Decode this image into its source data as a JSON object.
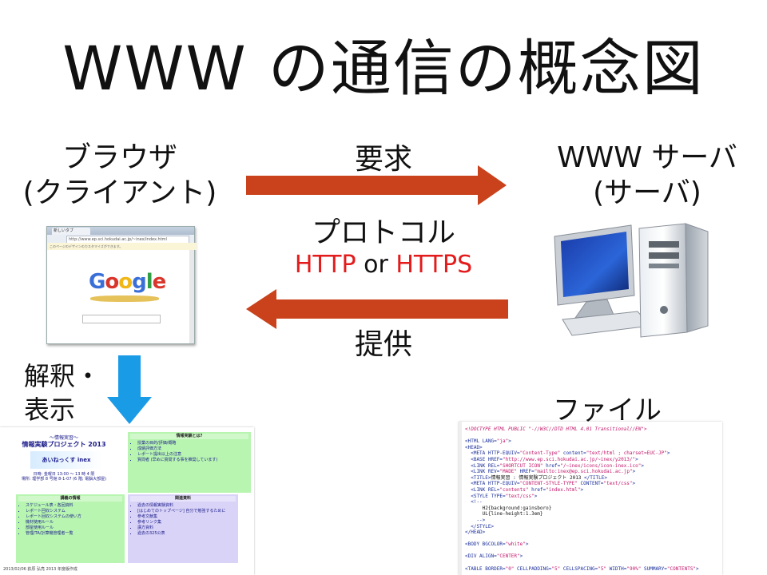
{
  "title": "WWW の通信の概念図",
  "browser_label": {
    "line1": "ブラウザ",
    "line2": "(クライアント)"
  },
  "server_label": {
    "line1": "WWW サーバ",
    "line2": "(サーバ)"
  },
  "request_label": "要求",
  "protocol_label": "プロトコル",
  "protocol_line": {
    "part1": "HTTP",
    "part2": " or ",
    "part3": "HTTPS"
  },
  "provide_label": "提供",
  "interpret_label": {
    "line1": "解釈・",
    "line2": "表示"
  },
  "file_label": "ファイル",
  "colors": {
    "arrow": "#c9421c",
    "down_arrow": "#1a9be6",
    "accent_red": "#e31b1b"
  },
  "browser_window": {
    "tab": "新しいタブ",
    "url": "http://www.ep.sci.hokudai.ac.jp/~inex/index.html",
    "infobar": "このページのデザインのカスタマイズができます。",
    "logo": "Google"
  },
  "rendered_page": {
    "project_sub": "～情報実習～",
    "project_title": "情報実験プロジェクト 2013",
    "logo_text": "あいねっくす inex",
    "project_info_1": "日時: 金曜日 13:00 ～ 13 時 4 限",
    "project_info_2": "場所: 理学部 8 号館 8-1-07 (6 階; 電脳大部屋)",
    "about_header": "情報実験とは?",
    "about_items": [
      "授業の目的/評価/概略",
      "成績評価方法",
      "レポート提出以上の注意",
      "質問者 (早めに質問する事を推奨しています)"
    ],
    "lecture_header": "講義の情報",
    "lecture_items": [
      "スケジュール表・各回資料",
      "レポート回収システム",
      "レポート回収システムの使い方",
      "機材使用ルール",
      "部屋使用ルール",
      "管理/TA/計算機管理者一覧"
    ],
    "related_header": "関連資料",
    "related_items": [
      "過去の情報実験資料",
      "[はじめてのトップページ] 自分で勉強するために",
      "参考文献集",
      "参考リンク集",
      "講方資料",
      "過去の325公表"
    ],
    "footer": "2013/02/06 荻原 弘亮 2013 年度版作成"
  },
  "code_lines": [
    [
      [
        "dt",
        "<!DOCTYPE HTML PUBLIC \"-//W3C//DTD HTML 4.01 Transitional//EN\">"
      ]
    ],
    [
      [
        "tag",
        ""
      ]
    ],
    [
      [
        "tag",
        "<HTML LANG="
      ],
      [
        "val",
        "\"ja\""
      ],
      [
        "tag",
        ">"
      ]
    ],
    [
      [
        "tag",
        "<HEAD>"
      ]
    ],
    [
      [
        "tag",
        "  <META HTTP-EQUIV="
      ],
      [
        "val",
        "\"Content-Type\""
      ],
      [
        "tag",
        " content="
      ],
      [
        "val",
        "\"text/html ; charset=EUC-JP\""
      ],
      [
        "tag",
        ">"
      ]
    ],
    [
      [
        "tag",
        "  <BASE HREF="
      ],
      [
        "val",
        "\"http://www.ep.sci.hokudai.ac.jp/~inex/y2013/\""
      ],
      [
        "tag",
        ">"
      ]
    ],
    [
      [
        "tag",
        "  <LINK REL="
      ],
      [
        "val",
        "\"SHORTCUT ICON\""
      ],
      [
        "tag",
        " href="
      ],
      [
        "val",
        "\"/~inex/icons/icon-inex.ico\""
      ],
      [
        "tag",
        ">"
      ]
    ],
    [
      [
        "tag",
        "  <LINK REV="
      ],
      [
        "val",
        "\"MADE\""
      ],
      [
        "tag",
        " HREF="
      ],
      [
        "val",
        "\"mailto:inex@ep.sci.hokudai.ac.jp\""
      ],
      [
        "tag",
        ">"
      ]
    ],
    [
      [
        "tag",
        "  <TITLE>"
      ],
      [
        "txt",
        "情報実習 : 情報実験プロジェクト 2013"
      ],
      [
        "tag",
        " </TITLE>"
      ]
    ],
    [
      [
        "tag",
        "  <META HTTP-EQUIV="
      ],
      [
        "val",
        "\"CONTENT-STYLE-TYPE\""
      ],
      [
        "tag",
        " CONTENT="
      ],
      [
        "val",
        "\"text/css\""
      ],
      [
        "tag",
        ">"
      ]
    ],
    [
      [
        "tag",
        "  <LINK REL="
      ],
      [
        "val",
        "\"contents\""
      ],
      [
        "tag",
        " href="
      ],
      [
        "val",
        "\"index.html\""
      ],
      [
        "tag",
        ">"
      ]
    ],
    [
      [
        "tag",
        "  <STYLE TYPE="
      ],
      [
        "val",
        "\"text/css\""
      ],
      [
        "tag",
        ">"
      ]
    ],
    [
      [
        "tag",
        "  <!--"
      ]
    ],
    [
      [
        "txt",
        "      H2{background:gainsboro}"
      ]
    ],
    [
      [
        "txt",
        "      UL{line-height:1.3em}"
      ]
    ],
    [
      [
        "tag",
        "    -->"
      ]
    ],
    [
      [
        "tag",
        "  </STYLE>"
      ]
    ],
    [
      [
        "tag",
        "</HEAD>"
      ]
    ],
    [
      [
        "tag",
        ""
      ]
    ],
    [
      [
        "tag",
        "<BODY BGCOLOR="
      ],
      [
        "val",
        "\"white\""
      ],
      [
        "tag",
        ">"
      ]
    ],
    [
      [
        "tag",
        ""
      ]
    ],
    [
      [
        "tag",
        "<DIV ALIGN="
      ],
      [
        "val",
        "\"CENTER\""
      ],
      [
        "tag",
        ">"
      ]
    ],
    [
      [
        "tag",
        ""
      ]
    ],
    [
      [
        "tag",
        "<TABLE BORDER="
      ],
      [
        "val",
        "\"0\""
      ],
      [
        "tag",
        " CELLPADDING="
      ],
      [
        "val",
        "\"5\""
      ],
      [
        "tag",
        " CELLSPACING="
      ],
      [
        "val",
        "\"5\""
      ],
      [
        "tag",
        " WIDTH="
      ],
      [
        "val",
        "\"90%\""
      ],
      [
        "tag",
        " SUMMARY="
      ],
      [
        "val",
        "\"CONTENTS\""
      ],
      [
        "tag",
        ">"
      ]
    ]
  ]
}
